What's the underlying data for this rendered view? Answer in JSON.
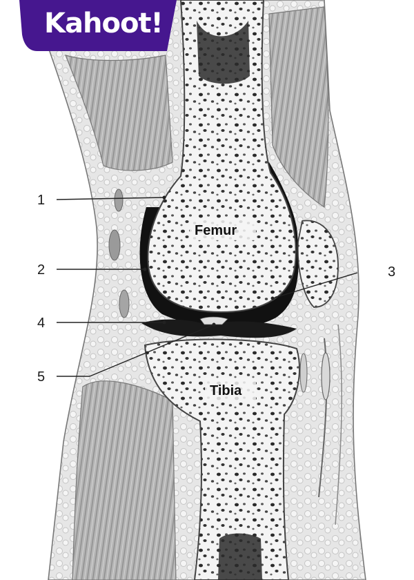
{
  "brand": {
    "name": "Kahoot!",
    "badge_color": "#46178f"
  },
  "bones": {
    "femur": "Femur",
    "tibia": "Tibia"
  },
  "callouts": [
    "1",
    "2",
    "3",
    "4",
    "5"
  ],
  "colors": {
    "ink": "#1a1a1a",
    "bone": "#f4f4f4",
    "muscle": "#b9b9b9",
    "fat": "#e3e3e3",
    "cavity": "#111111"
  }
}
